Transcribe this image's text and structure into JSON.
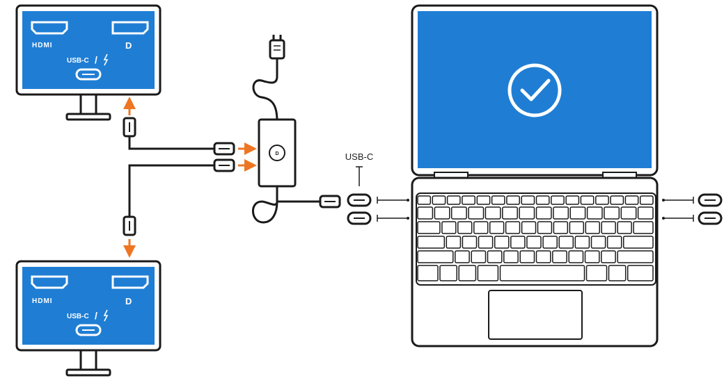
{
  "colors": {
    "screen_blue": "#1f7ed4",
    "screen_border": "#ffffff",
    "outline": "#1a1a1a",
    "arrow_orange": "#ee7623",
    "background": "#ffffff"
  },
  "monitors": [
    {
      "ports": [
        {
          "icon": "hdmi-port-icon",
          "label": "HDMI"
        },
        {
          "icon": "displayport-icon",
          "label": "D"
        },
        {
          "icon": "usb-c-thunderbolt-port-icon",
          "label": "USB-C",
          "separator": "/"
        }
      ]
    },
    {
      "ports": [
        {
          "icon": "hdmi-port-icon",
          "label": "HDMI"
        },
        {
          "icon": "displayport-icon",
          "label": "D"
        },
        {
          "icon": "usb-c-thunderbolt-port-icon",
          "label": "USB-C",
          "separator": "/"
        }
      ]
    }
  ],
  "adapter": {
    "brand_icon": "dell-logo-icon",
    "power_icon": "power-plug-icon"
  },
  "laptop": {
    "screen_icon": "checkmark-circle-icon",
    "port_callout_label": "USB-C"
  }
}
